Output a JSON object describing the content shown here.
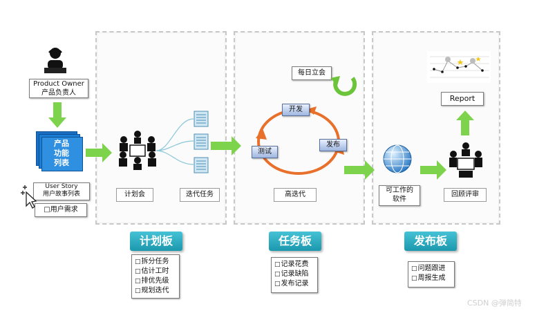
{
  "roles": {
    "product_owner_en": "Product Owner",
    "product_owner_cn": "产品负责人",
    "backlog_label": "产品\n功能\n列表",
    "user_story_en": "User Story",
    "user_story_cn": "用户故事列表",
    "user_needs": "用户需求"
  },
  "stages": {
    "planning_meeting": "计划会",
    "iteration_tasks": "迭代任务",
    "daily_standup": "每日立会",
    "develop": "开发",
    "test": "测试",
    "release": "发布",
    "iteration": "高迭代",
    "working_software": "可工作的\n软件",
    "review": "回顾评审",
    "report": "Report"
  },
  "boards": [
    {
      "title": "计划板",
      "items": [
        "拆分任务",
        "估计工时",
        "排优先级",
        "规划迭代"
      ]
    },
    {
      "title": "任务板",
      "items": [
        "记录花费",
        "记录缺陷",
        "发布记录"
      ]
    },
    {
      "title": "发布板",
      "items": [
        "问题跟进",
        "周报生成"
      ]
    }
  ],
  "watermark": "CSDN @弹简特",
  "colors": {
    "arrow_green": "#7dd34b",
    "cycle_orange": "#e8702a",
    "board_teal": "#2aa9bf"
  }
}
